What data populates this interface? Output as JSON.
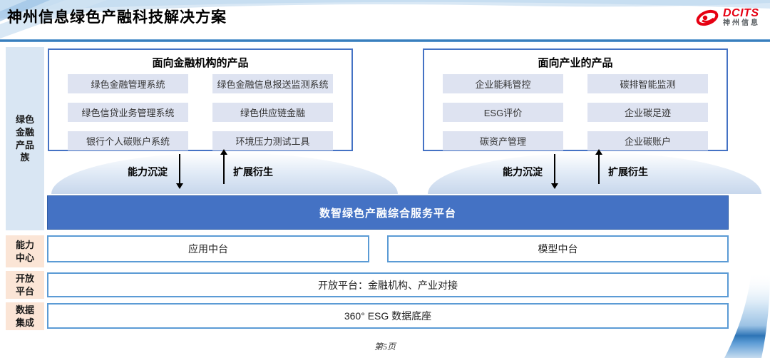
{
  "header": {
    "title": "神州信息绿色产融科技解决方案",
    "logo": {
      "brand": "DCITS",
      "brand_cn": "神州信息"
    }
  },
  "sidebar": {
    "product_family": "绿色金融产品族",
    "capability_center": "能力中心",
    "open_platform": "开放平台",
    "data_integration": "数据集成"
  },
  "product_groups": [
    {
      "title": "面向金融机构的产品",
      "items": [
        "绿色金融管理系统",
        "绿色金融信息报送监测系统",
        "绿色信贷业务管理系统",
        "绿色供应链金融",
        "银行个人碳账户系统",
        "环境压力测试工具"
      ]
    },
    {
      "title": "面向产业的产品",
      "items": [
        "企业能耗管控",
        "碳排智能监测",
        "ESG评价",
        "企业碳足迹",
        "碳资产管理",
        "企业碳账户"
      ]
    }
  ],
  "flows": {
    "down_label": "能力沉淀",
    "up_label": "扩展衍生"
  },
  "platform": {
    "title": "数智绿色产融综合服务平台"
  },
  "middle_layer": {
    "left": "应用中台",
    "right": "模型中台"
  },
  "open_platform_row": "开放平台：金融机构、产业对接",
  "data_row": "360° ESG 数据底座",
  "footer": {
    "page": "第5页"
  },
  "colors": {
    "platform_blue": "#4472C4",
    "group_border_blue": "#4472C4",
    "row_border_blue": "#5B9BD5",
    "title_rule_blue": "#1F6BB0",
    "item_bg": "#DEE3F1",
    "rail_blue_bg": "#D9E6F3",
    "rail_orange_bg": "#FBE5D6",
    "dome_blue": "#C7D7EC",
    "logo_red": "#E60012"
  }
}
